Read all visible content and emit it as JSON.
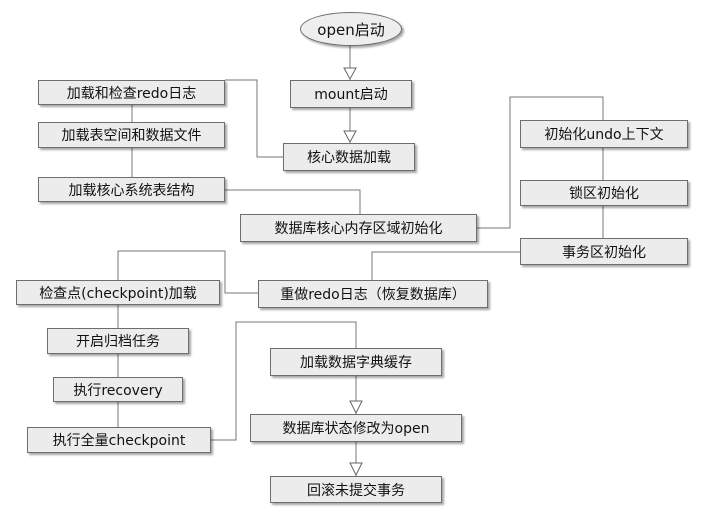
{
  "diagram": {
    "nodes": {
      "open_start": "open启动",
      "mount_start": "mount启动",
      "core_data_load": "核心数据加载",
      "load_check_redo": "加载和检查redo日志",
      "load_tablespace_datafile": "加载表空间和数据文件",
      "load_core_system_table": "加载核心系统表结构",
      "db_core_memory_init": "数据库核心内存区域初始化",
      "init_undo_context": "初始化undo上下文",
      "lock_area_init": "锁区初始化",
      "transaction_area_init": "事务区初始化",
      "redo_log_recover": "重做redo日志（恢复数据库）",
      "checkpoint_load": "检查点(checkpoint)加载",
      "start_archive_task": "开启归档任务",
      "run_recovery": "执行recovery",
      "run_full_checkpoint": "执行全量checkpoint",
      "load_dict_cache": "加载数据字典缓存",
      "db_state_open": "数据库状态修改为open",
      "rollback_uncommitted": "回滚未提交事务"
    }
  }
}
